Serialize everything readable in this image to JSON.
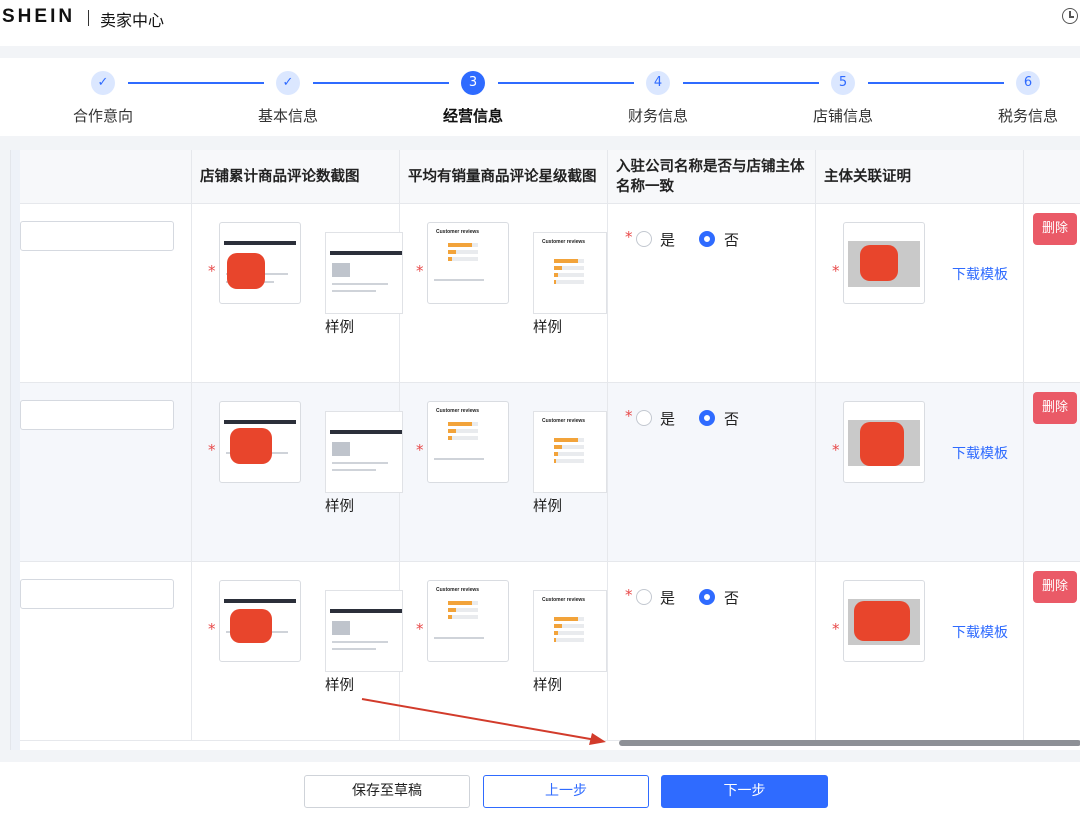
{
  "header": {
    "logo": "SHEIN",
    "portal_title": "卖家中心",
    "icon": "clock-icon"
  },
  "steps": [
    {
      "label": "合作意向",
      "num": "✓",
      "state": "done"
    },
    {
      "label": "基本信息",
      "num": "✓",
      "state": "done"
    },
    {
      "label": "经营信息",
      "num": "3",
      "state": "active"
    },
    {
      "label": "财务信息",
      "num": "4",
      "state": "todo"
    },
    {
      "label": "店铺信息",
      "num": "5",
      "state": "todo"
    },
    {
      "label": "税务信息",
      "num": "6",
      "state": "todo"
    }
  ],
  "table": {
    "headers": {
      "review_count_screenshot": "店铺累计商品评论数截图",
      "avg_rating_screenshot": "平均有销量商品评论星级截图",
      "name_match": "入驻公司名称是否与店铺主体名称一致",
      "relation_proof": "主体关联证明"
    },
    "rows": [
      {
        "sample_label_1": "样例",
        "sample_label_2": "样例",
        "yes": "是",
        "no": "否",
        "selected": "否",
        "download": "下载模板",
        "delete": "删除"
      },
      {
        "sample_label_1": "样例",
        "sample_label_2": "样例",
        "yes": "是",
        "no": "否",
        "selected": "否",
        "download": "下载模板",
        "delete": "删除"
      },
      {
        "sample_label_1": "样例",
        "sample_label_2": "样例",
        "yes": "是",
        "no": "否",
        "selected": "否",
        "download": "下载模板",
        "delete": "删除"
      }
    ],
    "sample_review_title": "Customer reviews"
  },
  "footer": {
    "save_draft": "保存至草稿",
    "prev": "上一步",
    "next": "下一步"
  },
  "colors": {
    "primary": "#2f6bff",
    "danger": "#ea5a67",
    "required": "#e84a4a",
    "redaction": "#e8452c"
  }
}
